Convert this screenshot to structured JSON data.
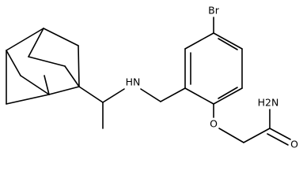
{
  "molecule": {
    "atom_labels": {
      "bromine": "Br",
      "amine": "HN",
      "ether_oxygen": "O",
      "amide_nitrogen": "H2N",
      "carbonyl_oxygen": "O"
    }
  },
  "colors": {
    "bond": "#000000",
    "label": "#000000",
    "background": "#ffffff"
  }
}
